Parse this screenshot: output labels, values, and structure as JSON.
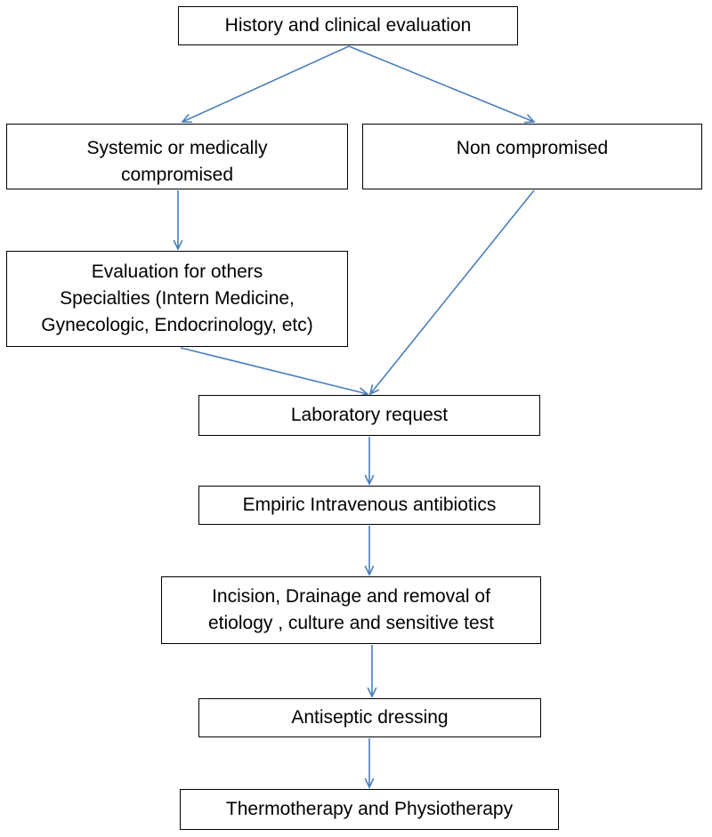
{
  "colors": {
    "box_border": "#000000",
    "arrow": "#4a7ebb",
    "text": "#000000",
    "background": "#ffffff"
  },
  "nodes": {
    "history": "History and clinical  evaluation",
    "systemic_line1": "Systemic or medically",
    "systemic_line2": "compromised",
    "non_compromised": "Non compromised",
    "evaluation_line1": "Evaluation for others",
    "evaluation_line2": "Specialties  (Intern Medicine,",
    "evaluation_line3": "Gynecologic,  Endocrinology, etc)",
    "laboratory": "Laboratory request",
    "empiric": "Empiric  Intravenous antibiotics",
    "incision_line1": "Incision, Drainage and removal of",
    "incision_line2": "etiology , culture and sensitive test",
    "antiseptic": "Antiseptic dressing",
    "thermotherapy": "Thermotherapy and Physiotherapy"
  },
  "edges": [
    {
      "from": "history",
      "to": "systemic"
    },
    {
      "from": "history",
      "to": "non_compromised"
    },
    {
      "from": "systemic",
      "to": "evaluation"
    },
    {
      "from": "evaluation",
      "to": "laboratory"
    },
    {
      "from": "non_compromised",
      "to": "laboratory"
    },
    {
      "from": "laboratory",
      "to": "empiric"
    },
    {
      "from": "empiric",
      "to": "incision"
    },
    {
      "from": "incision",
      "to": "antiseptic"
    },
    {
      "from": "antiseptic",
      "to": "thermotherapy"
    }
  ]
}
